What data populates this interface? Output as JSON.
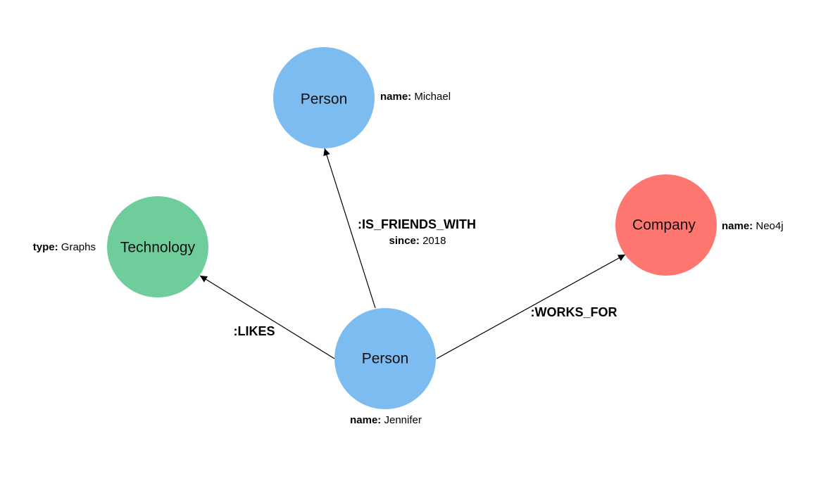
{
  "colors": {
    "person": "#7dbcf1",
    "technology": "#6ecd9b",
    "company": "#fe7670",
    "edge": "#000000"
  },
  "nodes": {
    "jennifer": {
      "label": "Person",
      "prop_key": "name:",
      "prop_value": "Jennifer"
    },
    "michael": {
      "label": "Person",
      "prop_key": "name:",
      "prop_value": "Michael"
    },
    "technology": {
      "label": "Technology",
      "prop_key": "type:",
      "prop_value": "Graphs"
    },
    "company": {
      "label": "Company",
      "prop_key": "name:",
      "prop_value": "Neo4j"
    }
  },
  "relationships": {
    "is_friends_with": {
      "type": ":IS_FRIENDS_WITH",
      "prop_key": "since:",
      "prop_value": "2018"
    },
    "likes": {
      "type": ":LIKES"
    },
    "works_for": {
      "type": ":WORKS_FOR"
    }
  }
}
